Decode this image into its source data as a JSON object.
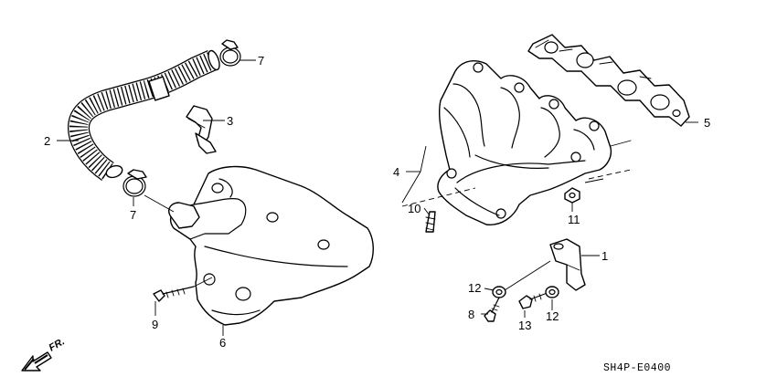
{
  "diagram": {
    "drawing_code": "SH4P-E0400",
    "direction_label": "FR.",
    "callouts": {
      "c1": "1",
      "c2": "2",
      "c3": "3",
      "c4": "4",
      "c5": "5",
      "c6": "6",
      "c7a": "7",
      "c7b": "7",
      "c8": "8",
      "c9": "9",
      "c10": "10",
      "c11": "11",
      "c12a": "12",
      "c12b": "12",
      "c13": "13"
    }
  }
}
